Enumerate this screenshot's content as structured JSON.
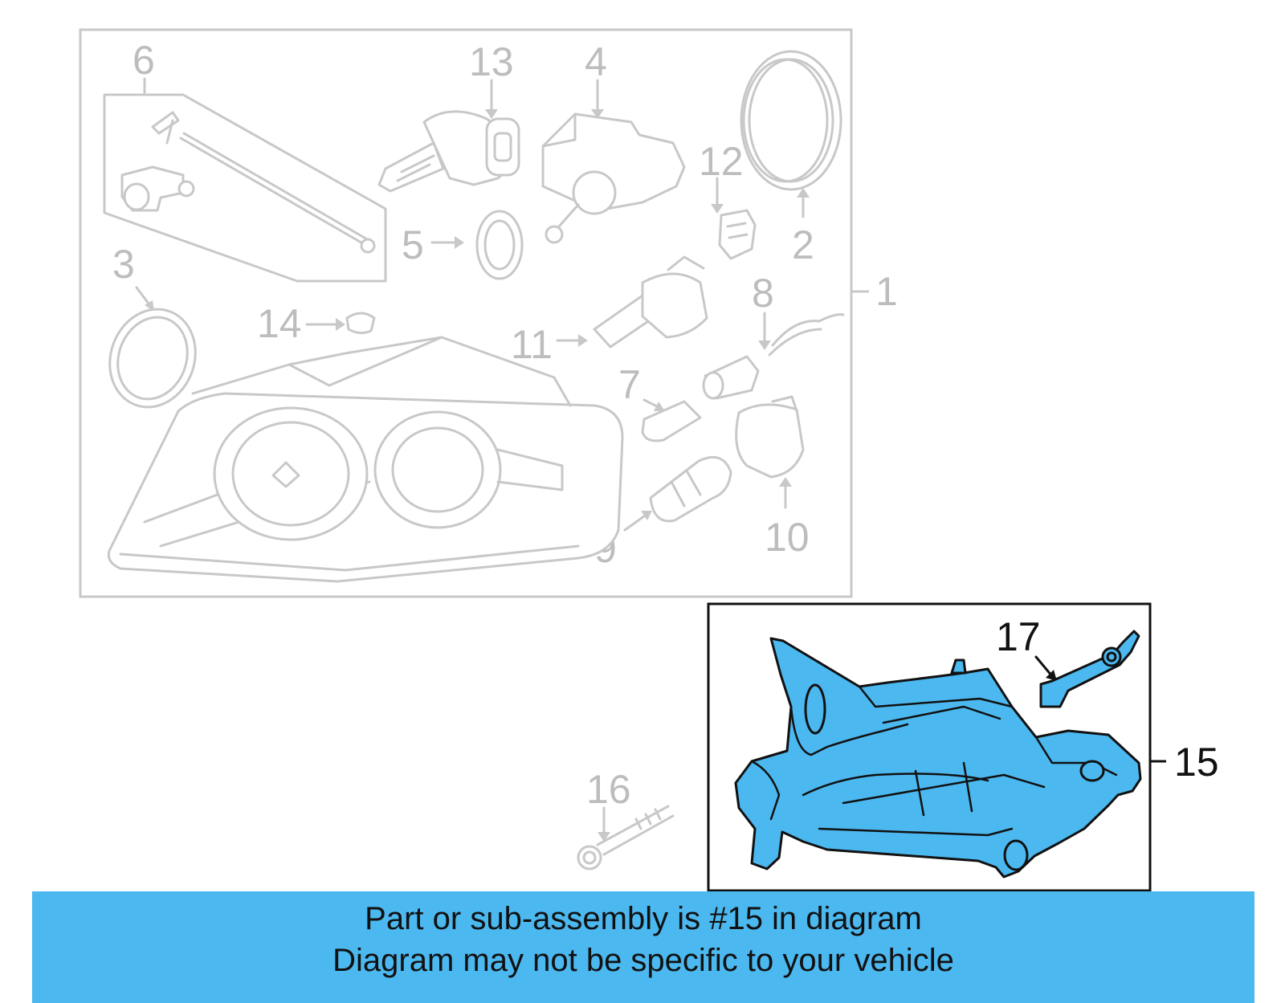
{
  "callouts": {
    "c1": "1",
    "c2": "2",
    "c3": "3",
    "c4": "4",
    "c5": "5",
    "c6": "6",
    "c7": "7",
    "c8": "8",
    "c9": "9",
    "c10": "10",
    "c11": "11",
    "c12": "12",
    "c13": "13",
    "c14": "14",
    "c15": "15",
    "c16": "16",
    "c17": "17"
  },
  "highlight_color": "#4cb8f0",
  "banner": {
    "line1": "Part or sub-assembly is #15 in diagram",
    "line2": "Diagram may not be specific to your vehicle"
  }
}
